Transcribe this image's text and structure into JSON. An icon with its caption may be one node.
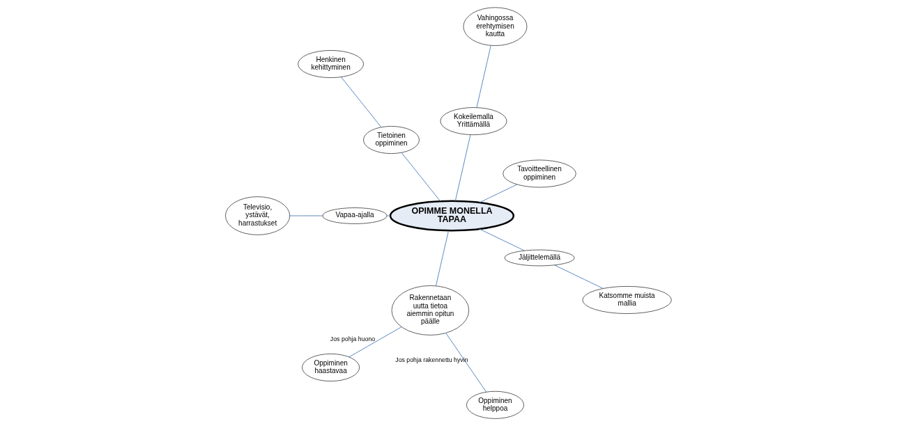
{
  "diagram": {
    "nodes": [
      {
        "text": [
          "OPIMME MONELLA TAPAA"
        ]
      },
      {
        "text": [
          "Tavoitteellinen oppiminen"
        ]
      },
      {
        "text": [
          "Kokeilemalla Yrittämällä"
        ]
      },
      {
        "text": [
          "Vahingossa erehtymisen kautta"
        ]
      },
      {
        "text": [
          "Henkinen kehittyminen"
        ]
      },
      {
        "text": [
          "Tietoinen oppiminen"
        ]
      },
      {
        "text": [
          "Vapaa-ajalla"
        ]
      },
      {
        "text": [
          "Televisio, ystävät, harrastukset"
        ]
      },
      {
        "text": [
          "Rakennetaan uutta tietoa aiemmin opitun päälle"
        ]
      },
      {
        "text": [
          "Oppiminen haastavaa"
        ]
      },
      {
        "text": [
          "Jäljittelemällä"
        ]
      },
      {
        "text": [
          "Oppiminen helppoa"
        ]
      },
      {
        "text": [
          "Katsomme muista mallia"
        ]
      }
    ],
    "edges": [
      {
        "from": 0,
        "to": 1,
        "arrow": "none"
      },
      {
        "from": 0,
        "to": 2,
        "arrow": "none"
      },
      {
        "from": 2,
        "to": 3,
        "arrow": "none"
      },
      {
        "from": 0,
        "to": 5,
        "arrow": "none"
      },
      {
        "from": 5,
        "to": 4,
        "arrow": "none"
      },
      {
        "from": 0,
        "to": 6,
        "arrow": "none"
      },
      {
        "from": 6,
        "to": 7,
        "arrow": "none"
      },
      {
        "from": 0,
        "to": 8,
        "arrow": "none"
      },
      {
        "from": 8,
        "to": 9,
        "arrow": "none",
        "label": "Jos pohja huono"
      },
      {
        "from": 8,
        "to": 11,
        "arrow": "none",
        "label": "Jos pohja rakennettu hyvin"
      },
      {
        "from": 0,
        "to": 10,
        "arrow": "none"
      },
      {
        "from": 10,
        "to": 12,
        "arrow": "none"
      }
    ]
  }
}
